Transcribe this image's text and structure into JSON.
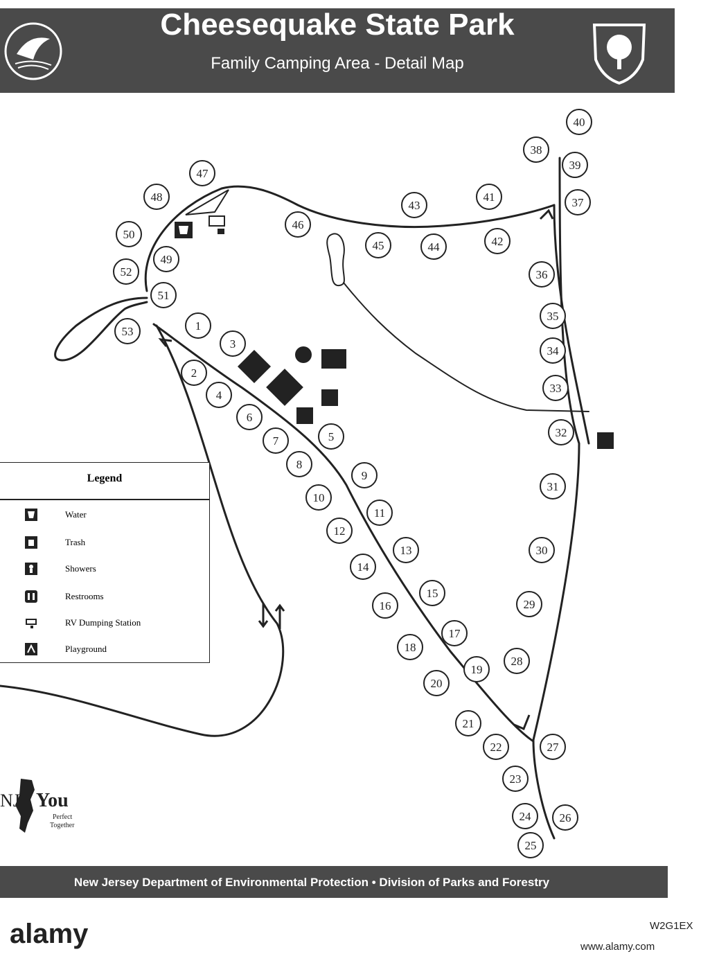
{
  "header": {
    "title": "Cheesequake State Park",
    "subtitle": "Family Camping Area - Detail Map"
  },
  "legend": {
    "title": "Legend",
    "items": [
      {
        "icon": "water-icon",
        "label": "Water"
      },
      {
        "icon": "trash-icon",
        "label": "Trash"
      },
      {
        "icon": "showers-icon",
        "label": "Showers"
      },
      {
        "icon": "restrooms-icon",
        "label": "Restrooms"
      },
      {
        "icon": "rv-dump-icon",
        "label": "RV Dumping Station"
      },
      {
        "icon": "playground-icon",
        "label": "Playground"
      }
    ]
  },
  "campsites": [
    "1",
    "2",
    "3",
    "4",
    "5",
    "6",
    "7",
    "8",
    "9",
    "10",
    "11",
    "12",
    "13",
    "14",
    "15",
    "16",
    "17",
    "18",
    "19",
    "20",
    "21",
    "22",
    "23",
    "24",
    "25",
    "26",
    "27",
    "28",
    "29",
    "30",
    "31",
    "32",
    "33",
    "34",
    "35",
    "36",
    "37",
    "38",
    "39",
    "40",
    "41",
    "42",
    "43",
    "44",
    "45",
    "46",
    "47",
    "48",
    "49",
    "50",
    "51",
    "52",
    "53"
  ],
  "badge": {
    "nj": "NJ",
    "you": "You",
    "tagline1": "Perfect",
    "tagline2": "Together"
  },
  "footer": {
    "text": "New Jersey Department of Environmental Protection • Division of Parks and Forestry"
  },
  "watermark": {
    "brand": "alamy",
    "code": "W2G1EX",
    "url": "www.alamy.com"
  },
  "colors": {
    "banner": "#4a4a4a",
    "ink": "#222222"
  }
}
